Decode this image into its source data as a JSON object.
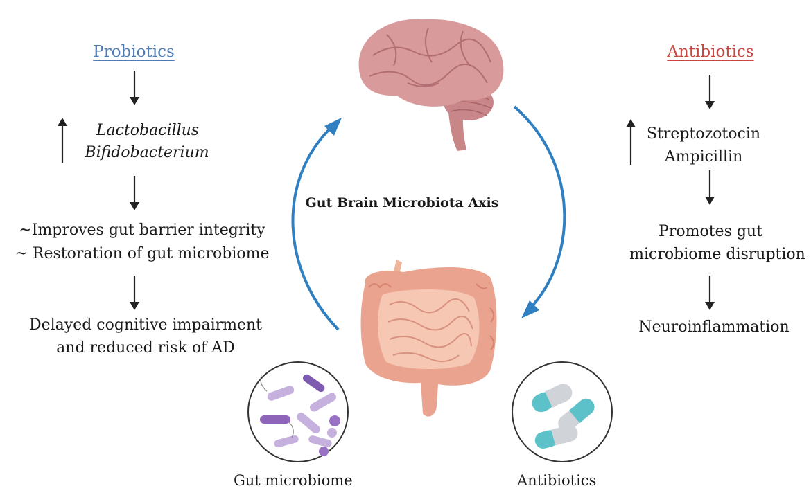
{
  "center_label": "Gut Brain Microbiota Axis",
  "left": {
    "heading": "Probiotics",
    "heading_color": "#4f7db3",
    "bacteria": [
      "Lactobacillus",
      "Bifidobacterium"
    ],
    "effects": [
      "~Improves gut barrier integrity",
      "~ Restoration of gut microbiome"
    ],
    "outcome": [
      "Delayed cognitive impairment",
      "and reduced risk of AD"
    ]
  },
  "right": {
    "heading": "Antibiotics",
    "heading_color": "#c4483f",
    "drugs": [
      "Streptozotocin",
      "Ampicillin"
    ],
    "effect": [
      "Promotes gut",
      "microbiome disruption"
    ],
    "outcome": "Neuroinflammation"
  },
  "captions": {
    "microbiome": "Gut microbiome",
    "antibiotics": "Antibiotics"
  },
  "colors": {
    "cycle_arrow": "#2f7fc1",
    "brain": "#d99a9c",
    "intestine": "#e9a38f",
    "bacteria": "#c5b0de",
    "capsule": "#5cc1c9"
  },
  "icons": [
    "brain-icon",
    "intestine-icon",
    "bacteria-icon",
    "pills-icon"
  ]
}
